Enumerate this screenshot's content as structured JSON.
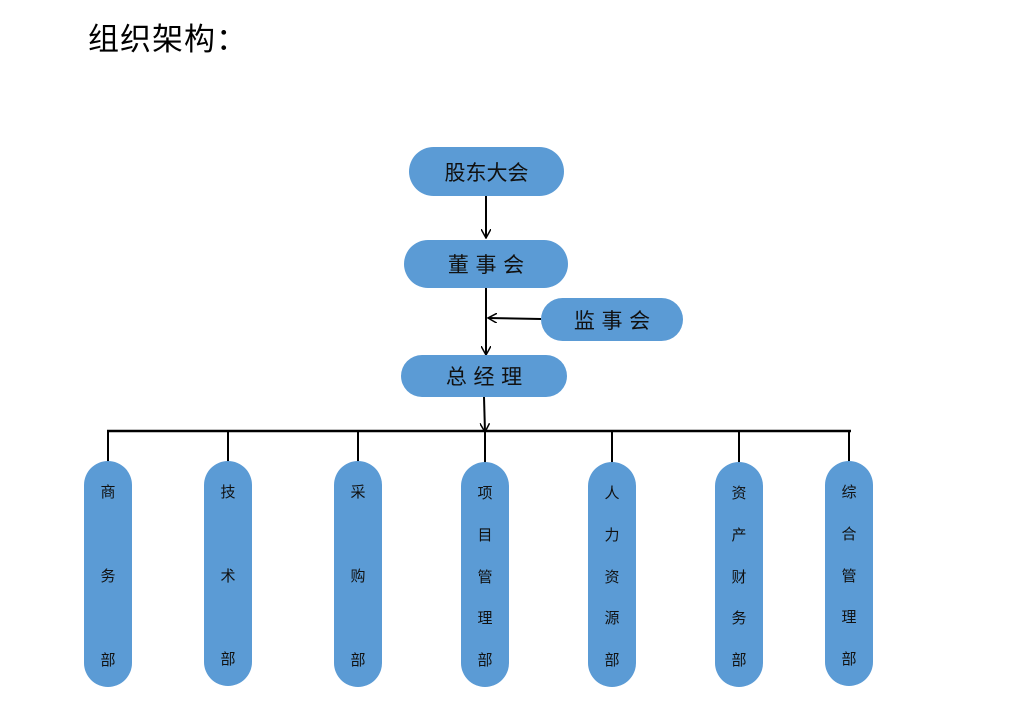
{
  "title": "组织架构：",
  "nodes": {
    "shareholders": "股东大会",
    "board": "董 事 会",
    "supervisors": "监 事 会",
    "gm": "总 经 理"
  },
  "departments": [
    {
      "name": "商务部",
      "lines": [
        "商",
        "务",
        "部"
      ]
    },
    {
      "name": "技术部",
      "lines": [
        "技",
        "术",
        "部"
      ]
    },
    {
      "name": "采购部",
      "lines": [
        "采",
        "购",
        "部"
      ]
    },
    {
      "name": "项目管理部",
      "lines": [
        "项",
        "目",
        "管",
        "理",
        "部"
      ]
    },
    {
      "name": "人力资源部",
      "lines": [
        "人",
        "力",
        "资",
        "源",
        "部"
      ]
    },
    {
      "name": "资产财务部",
      "lines": [
        "资",
        "产",
        "财",
        "务",
        "部"
      ]
    },
    {
      "name": "综合管理部",
      "lines": [
        "综",
        "合",
        "管",
        "理",
        "部"
      ]
    }
  ],
  "colors": {
    "box_fill": "#5b9bd5",
    "line": "#000000"
  }
}
